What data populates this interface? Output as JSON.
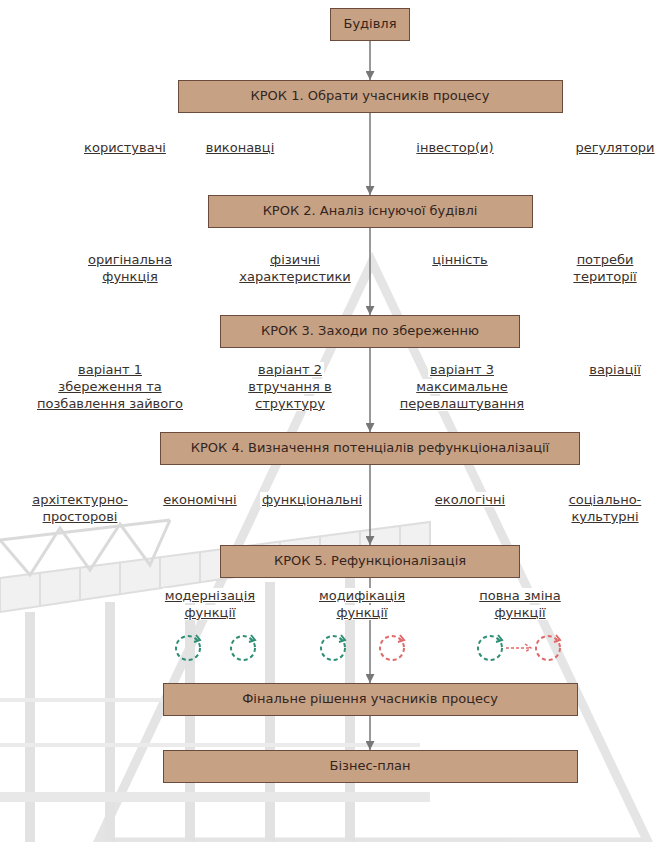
{
  "diagram": {
    "nodes": [
      {
        "text": [
          "Будівля"
        ]
      },
      {
        "text": [
          "КРОК 1. Обрати учасників процесу"
        ]
      },
      {
        "text": [
          "КРОК 2. Аналіз існуючої будівлі"
        ]
      },
      {
        "text": [
          "КРОК 3. Заходи по збереженню"
        ]
      },
      {
        "text": [
          "КРОК 4. Визначення потенціалів рефункціоналізації"
        ]
      },
      {
        "text": [
          "КРОК 5. Рефункціоналізація"
        ]
      },
      {
        "text": [
          "Фінальне рішення учасників процесу"
        ]
      },
      {
        "text": [
          "Бізнес-план"
        ]
      }
    ],
    "edges": [
      {
        "from": 0,
        "to": 1,
        "arrow": "to"
      },
      {
        "from": 1,
        "to": 2,
        "arrow": "to"
      },
      {
        "from": 2,
        "to": 3,
        "arrow": "to"
      },
      {
        "from": 3,
        "to": 4,
        "arrow": "to"
      },
      {
        "from": 4,
        "to": 5,
        "arrow": "to"
      },
      {
        "from": 5,
        "to": 6,
        "arrow": "to"
      },
      {
        "from": 6,
        "to": 7,
        "arrow": "to"
      }
    ],
    "labels": [
      "користувачі",
      "виконавці",
      "інвестор(и)",
      "регулятори",
      "оригінальна функція",
      "фізичні характеристики",
      "цінність",
      "потреби території",
      "варіант 1 збереження та позбавлення зайвого",
      "варіант 2 втручання в структуру",
      "варіант 3 максимальне перевлаштування",
      "варіації",
      "архітектурно-просторові",
      "економічні",
      "функціональні",
      "екологічні",
      "соціально-культурні",
      "модернізація функції",
      "модифікація функції",
      "повна зміна функції"
    ]
  }
}
